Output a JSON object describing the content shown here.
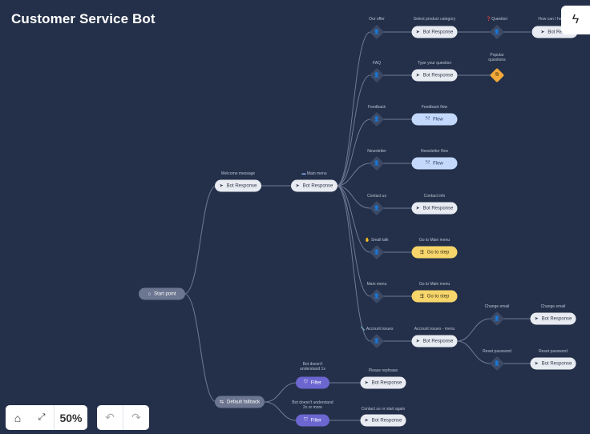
{
  "title": "Customer Service Bot",
  "zoom": "50%",
  "nodes": {
    "start": "Start point",
    "welcome_label": "Welcome message",
    "welcome_btn": "Bot Response",
    "mainmenu_label": "Main menu",
    "mainmenu_btn": "Bot Response",
    "fallback": "Default fallback",
    "branches": [
      {
        "label": "Our offer",
        "action_label": "Select product category",
        "action": "Bot Response",
        "extra_label": "Question",
        "extra2_label": "How can I help...",
        "extra2": "Bot Res..."
      },
      {
        "label": "FAQ",
        "action_label": "Type your question",
        "action": "Bot Response",
        "extra_label": "Popular questions"
      },
      {
        "label": "Feedback",
        "action_label": "Feedback flow",
        "action": "Flow"
      },
      {
        "label": "Newsletter",
        "action_label": "Newsletter flow",
        "action": "Flow"
      },
      {
        "label": "Contact us",
        "action_label": "Contact info",
        "action": "Bot Response"
      },
      {
        "label": "Small talk",
        "action_label": "Go to Main menu",
        "action": "Go to step"
      },
      {
        "label": "Main menu",
        "action_label": "Go to Main menu",
        "action": "Go to step"
      },
      {
        "label": "Account issues",
        "action_label": "Account issues - menu",
        "action": "Bot Response"
      }
    ],
    "account": [
      {
        "label": "Change email",
        "action_label": "Change email",
        "action": "Bot Response"
      },
      {
        "label": "Reset password",
        "action_label": "Reset password",
        "action": "Bot Response"
      }
    ],
    "fallback_branches": [
      {
        "label": "Bot doesn't understand 1x",
        "filter": "Filter",
        "action_label": "Please rephrase",
        "action": "Bot Response"
      },
      {
        "label": "Bot doesn't understand 2x or more",
        "filter": "Filter",
        "action_label": "Contact us or start again",
        "action": "Bot Response"
      }
    ]
  }
}
